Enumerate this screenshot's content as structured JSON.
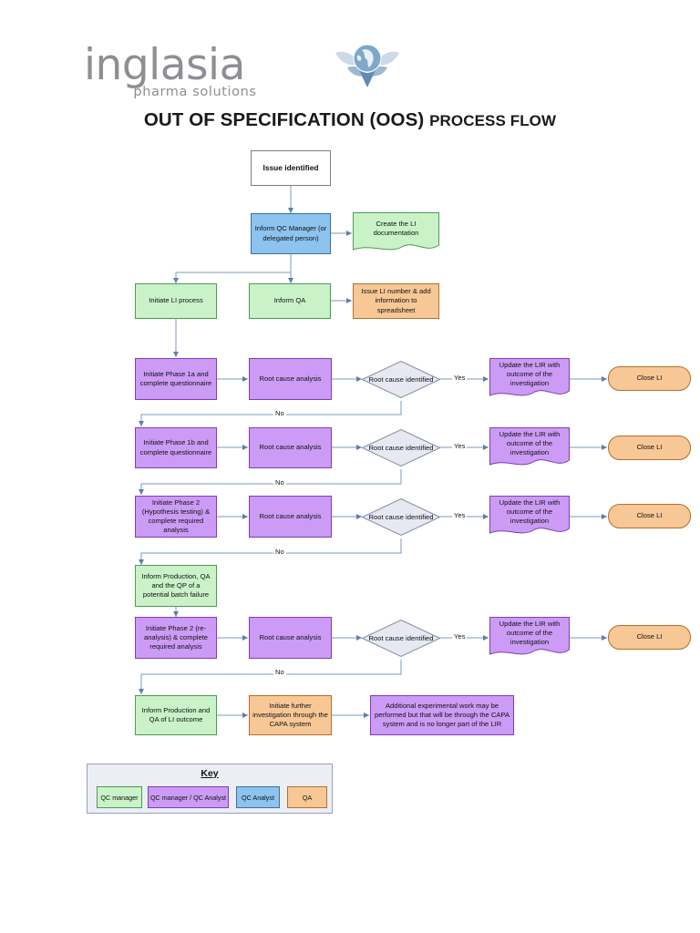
{
  "brand": {
    "name": "inglasia",
    "tagline": "pharma solutions",
    "logo_icon": "globe-wings-icon"
  },
  "title": {
    "main": "OUT OF SPECIFICATION (OOS) ",
    "suffix": "PROCESS FLOW"
  },
  "colors": {
    "white": "#ffffff",
    "blue": "#8cc3ef",
    "green": "#c9f2c8",
    "orange": "#f7c795",
    "purple": "#cb9bf5",
    "diamond": "#e6e9f2",
    "key_panel": "#eceef5",
    "connector": "#6d86ad"
  },
  "nodes": {
    "issue_identified": "Issue identified",
    "inform_qc_manager": "Inform QC Manager (or delegated person)",
    "create_li_doc": "Create the LI documentation",
    "initiate_li_process": "Initiate LI process",
    "inform_qa": "Inform QA",
    "issue_li_number": "Issue LI number & add information to spreadsheet",
    "phase_1a": "Initiate Phase 1a and complete questionnaire",
    "phase_1b": "Initiate Phase 1b and complete questionnaire",
    "phase_2": "Initiate Phase 2 (Hypothesis testing) & complete required analysis",
    "phase_2_re": "Initiate Phase 2 (re-analysis) & complete required analysis",
    "root_cause_analysis": "Root cause analysis",
    "root_cause_identified": "Root cause identified",
    "update_lir": "Update the LIR with outcome of the investigation",
    "close_li": "Close LI",
    "inform_prod_qp": "Inform Production, QA and the QP of a potential batch failure",
    "inform_prod_qa": "Inform Production and QA of LI outcome",
    "initiate_capa": "Initiate further investigation through the CAPA system",
    "additional_work": "Additional experimental work may be performed but that will be through the CAPA system and is no longer part of the LIR"
  },
  "edge_labels": {
    "yes": "Yes",
    "no": "No"
  },
  "key": {
    "title": "Key",
    "items": [
      {
        "label": "QC manager",
        "color": "#c9f2c8"
      },
      {
        "label": "QC manager / QC Analyst",
        "color": "#cb9bf5"
      },
      {
        "label": "QC Analyst",
        "color": "#8cc3ef"
      },
      {
        "label": "QA",
        "color": "#f7c795"
      }
    ]
  }
}
